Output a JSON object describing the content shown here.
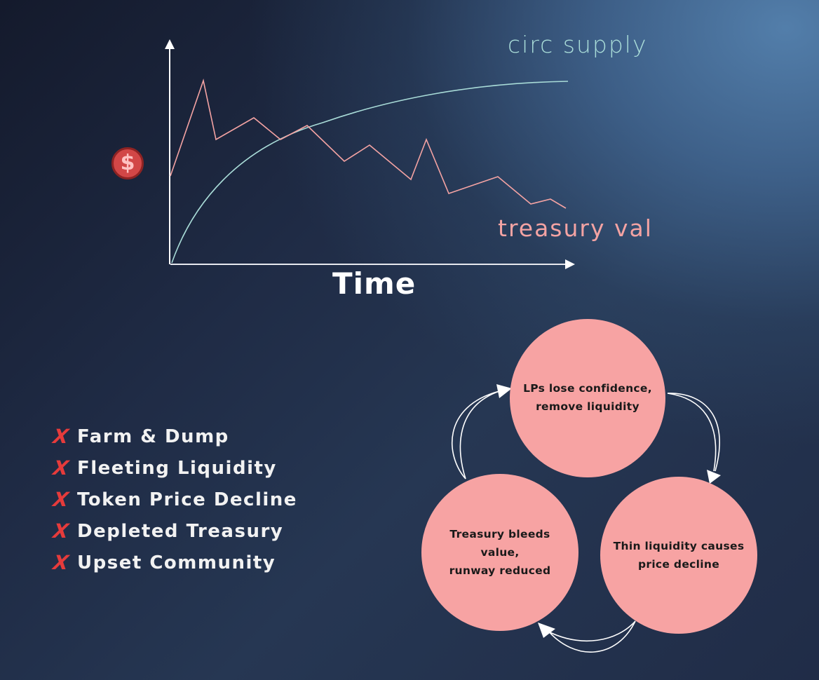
{
  "chart_data": {
    "type": "line",
    "title": "",
    "xlabel": "Time",
    "ylabel": "$",
    "axes": {
      "ticks": "none",
      "grid": false
    },
    "legend": {
      "position": "inline-labels"
    },
    "series": [
      {
        "name": "circ supply",
        "color": "#a9dcd8",
        "shape": "concave rising curve, saturating",
        "x": [
          0,
          0.05,
          0.1,
          0.2,
          0.3,
          0.4,
          0.5,
          0.6,
          0.7,
          0.8,
          0.9,
          1.0
        ],
        "y": [
          0,
          0.2,
          0.33,
          0.5,
          0.6,
          0.68,
          0.74,
          0.79,
          0.83,
          0.86,
          0.88,
          0.89
        ]
      },
      {
        "name": "treasury val",
        "color": "#f4a3a3",
        "shape": "volatile declining zigzag",
        "x": [
          0,
          0.085,
          0.114,
          0.208,
          0.268,
          0.34,
          0.434,
          0.49,
          0.596,
          0.64,
          0.705,
          0.82,
          0.906,
          0.955,
          1.0
        ],
        "y": [
          0.47,
          0.9,
          0.6,
          0.66,
          0.59,
          0.64,
          0.54,
          0.59,
          0.46,
          0.6,
          0.38,
          0.44,
          0.3,
          0.32,
          0.28
        ]
      }
    ]
  },
  "chart": {
    "series_labels": {
      "supply": "circ supply",
      "treasury": "treasury val"
    },
    "x_axis_label": "Time",
    "y_axis_icon": "dollar-coin-icon",
    "y_axis_symbol": "$"
  },
  "problems": {
    "marker_icon": "red-x-icon",
    "marker_glyph": "X",
    "items": [
      "Farm & Dump",
      "Fleeting Liquidity",
      "Token Price Decline",
      "Depleted Treasury",
      "Upset Community"
    ]
  },
  "cycle": {
    "nodes": [
      {
        "id": "top",
        "label": "LPs lose confidence, remove liquidity",
        "lines": [
          "LPs lose confidence,",
          "remove liquidity"
        ]
      },
      {
        "id": "right",
        "label": "Thin liquidity causes price decline",
        "lines": [
          "Thin liquidity causes",
          "price decline"
        ]
      },
      {
        "id": "left",
        "label": "Treasury bleeds value, runway reduced",
        "lines": [
          "Treasury bleeds value,",
          "runway reduced"
        ]
      }
    ],
    "arrows": [
      {
        "from": "top",
        "to": "right"
      },
      {
        "from": "right",
        "to": "left"
      },
      {
        "from": "left",
        "to": "top"
      }
    ]
  },
  "colors": {
    "supply_line": "#a9dcd8",
    "treasury_line": "#f4a3a3",
    "node_fill": "#f7a3a3",
    "x_marker": "#e63b3b",
    "axis": "#ffffff",
    "coin_fill": "#d24747",
    "coin_border": "#8e2323"
  }
}
